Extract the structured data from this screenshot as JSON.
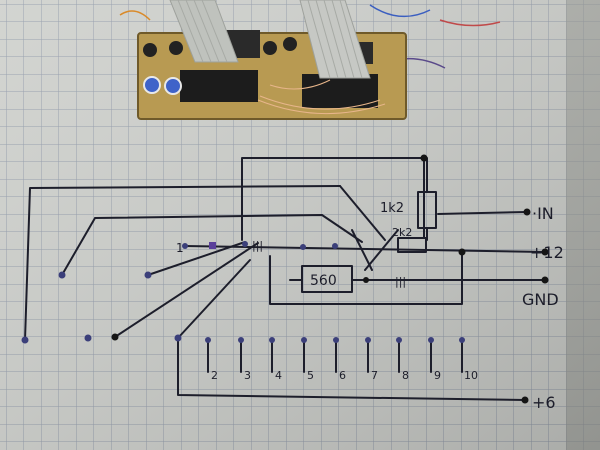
{
  "schematic": {
    "labels": {
      "in": "·IN",
      "plus12": "+12",
      "gnd": "GND",
      "plus6": "+6",
      "r1": "1k2",
      "r2": "2k2",
      "r560": "560",
      "cap": "|||",
      "cap2": "|||",
      "pin1": "1",
      "pins": [
        "2",
        "3",
        "4",
        "5",
        "6",
        "7",
        "8",
        "9",
        "10"
      ]
    }
  },
  "colors": {
    "paper": "#cfd1cd",
    "grid": "#7f8aa0",
    "ink": "#1d1e2b",
    "pcb": "#b89a52",
    "chip": "#1c1c1c",
    "ribbon": "#bfc2bd"
  }
}
